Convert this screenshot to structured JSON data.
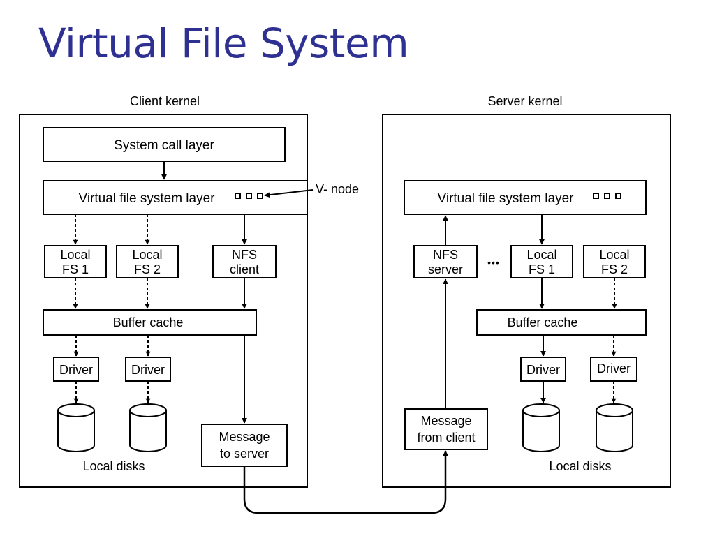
{
  "title": "Virtual File System",
  "client": {
    "label": "Client kernel",
    "syscall": "System call layer",
    "vfs": "Virtual file system layer",
    "vnode_label": "V- node",
    "local_fs1": [
      "Local",
      "FS 1"
    ],
    "local_fs2": [
      "Local",
      "FS 2"
    ],
    "nfs_client": [
      "NFS",
      "client"
    ],
    "buffer_cache": "Buffer cache",
    "driver1": "Driver",
    "driver2": "Driver",
    "message": [
      "Message",
      "to server"
    ],
    "disks_label": "Local disks"
  },
  "server": {
    "label": "Server kernel",
    "vfs": "Virtual file system layer",
    "nfs_server": [
      "NFS",
      "server"
    ],
    "ellipsis": "•••",
    "local_fs1": [
      "Local",
      "FS 1"
    ],
    "local_fs2": [
      "Local",
      "FS 2"
    ],
    "buffer_cache": "Buffer cache",
    "driver1": "Driver",
    "driver2": "Driver",
    "message": [
      "Message",
      "from client"
    ],
    "disks_label": "Local disks"
  }
}
